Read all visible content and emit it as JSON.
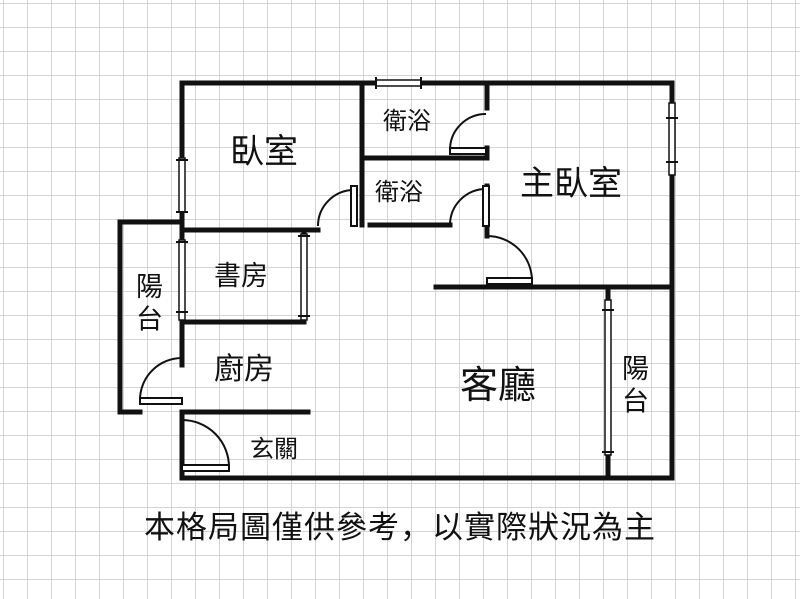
{
  "rooms": {
    "bedroom": "臥室",
    "bath_1": "衛浴",
    "bath_2": "衛浴",
    "master_bedroom": "主臥室",
    "study": "書房",
    "balcony_left": "陽台",
    "kitchen": "廚房",
    "living_room": "客廳",
    "balcony_right": "陽台",
    "entrance": "玄關"
  },
  "disclaimer": "本格局圖僅供參考，以實際狀況為主"
}
